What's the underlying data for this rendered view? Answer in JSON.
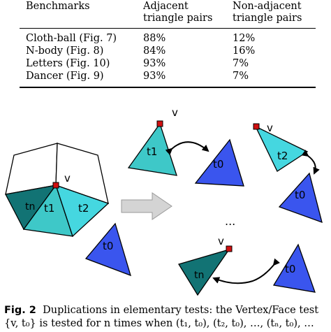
{
  "table": {
    "headers": [
      [
        "Benchmarks"
      ],
      [
        "Adjacent",
        "triangle pairs"
      ],
      [
        "Non-adjacent",
        "triangle pairs"
      ]
    ],
    "rows": [
      {
        "benchmark": "Cloth-ball (Fig. 7)",
        "adjacent": "88%",
        "non_adjacent": "12%"
      },
      {
        "benchmark": "N-body (Fig. 8)",
        "adjacent": "84%",
        "non_adjacent": "16%"
      },
      {
        "benchmark": "Letters (Fig. 10)",
        "adjacent": "93%",
        "non_adjacent": "7%"
      },
      {
        "benchmark": "Dancer (Fig. 9)",
        "adjacent": "93%",
        "non_adjacent": "7%"
      }
    ]
  },
  "figure": {
    "labels": {
      "v": "v",
      "t0": "t0",
      "t1": "t1",
      "t2": "t2",
      "tn": "tn",
      "dots": "..."
    },
    "colors": {
      "t0": "#3a55ee",
      "t1": "#3ec8c8",
      "t2": "#45d7e0",
      "tn": "#127374",
      "vertex": "#d11010",
      "arrow_fill": "#d4d4d4"
    }
  },
  "caption": {
    "label": "Fig. 2",
    "line1": "Duplications in elementary tests: the Vertex/Face test",
    "line2": "{v, t₀} is tested for n times when (t₁, t₀), (t₂, t₀), …, (tₙ, t₀), …"
  }
}
